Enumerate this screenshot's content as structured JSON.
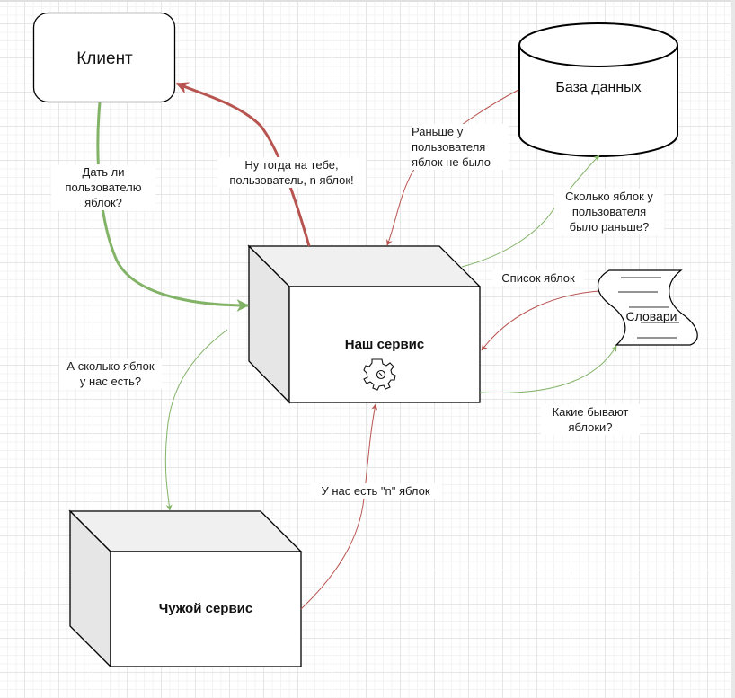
{
  "diagram": {
    "colors": {
      "request_edge": "#82b366",
      "response_edge": "#b85450",
      "box_side": "#e6e6e6",
      "box_top": "#f0f0f0",
      "stroke": "#000000"
    },
    "nodes": {
      "client": {
        "label": "Клиент",
        "shape": "rounded-rectangle"
      },
      "database": {
        "label": "База данных",
        "shape": "cylinder"
      },
      "our_service": {
        "label": "Наш сервис",
        "shape": "3d-box",
        "icon": "gear-icon"
      },
      "dictionaries": {
        "label": "Словари",
        "shape": "tape-document"
      },
      "foreign_service": {
        "label": "Чужой сервис",
        "shape": "3d-box"
      }
    },
    "edges": {
      "client_to_service": {
        "from": "client",
        "to": "our_service",
        "kind": "request",
        "label_lines": [
          "Дать ли",
          "пользователю",
          "яблок?"
        ]
      },
      "service_to_client": {
        "from": "our_service",
        "to": "client",
        "kind": "response",
        "label_lines": [
          "Ну тогда на тебе,",
          "пользователь, n яблок!"
        ]
      },
      "db_to_service": {
        "from": "database",
        "to": "our_service",
        "kind": "response",
        "label_lines": [
          "Раньше у",
          "пользователя",
          "яблок не было"
        ]
      },
      "service_to_db": {
        "from": "our_service",
        "to": "database",
        "kind": "request",
        "label_lines": [
          "Сколько яблок у",
          "пользователя",
          "было раньше?"
        ]
      },
      "dict_to_service": {
        "from": "dictionaries",
        "to": "our_service",
        "kind": "response",
        "label_lines": [
          "Список яблок"
        ]
      },
      "service_to_dict": {
        "from": "our_service",
        "to": "dictionaries",
        "kind": "request",
        "label_lines": [
          "Какие бывают",
          "яблоки?"
        ]
      },
      "service_to_foreign": {
        "from": "our_service",
        "to": "foreign_service",
        "kind": "request",
        "label_lines": [
          "А сколько яблок",
          "у нас есть?"
        ]
      },
      "foreign_to_service": {
        "from": "foreign_service",
        "to": "our_service",
        "kind": "response",
        "label_lines": [
          "У нас есть \"n\" яблок"
        ]
      }
    }
  }
}
